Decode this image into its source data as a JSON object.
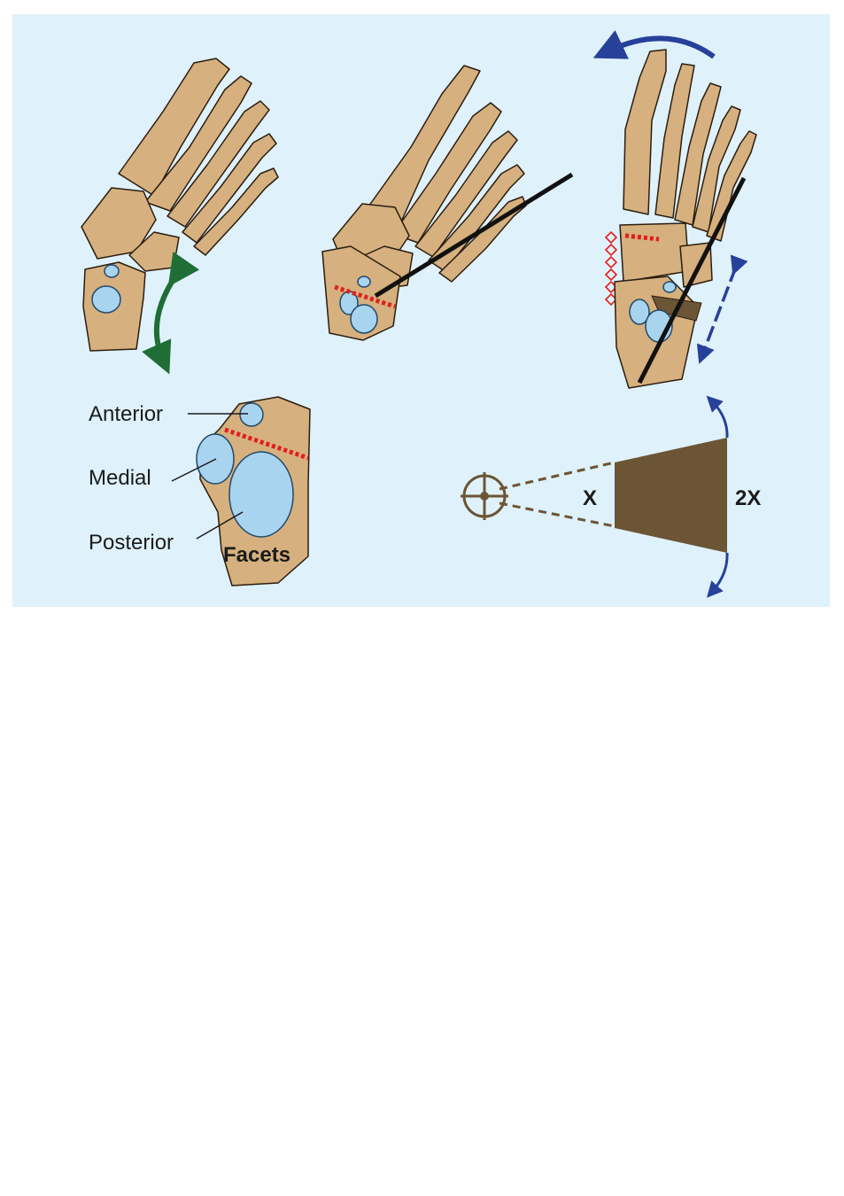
{
  "labels": {
    "anterior": "Anterior",
    "medial": "Medial",
    "posterior": "Posterior",
    "facets": "Facets"
  },
  "wedge": {
    "small_label": "X",
    "large_label": "2X"
  },
  "colors": {
    "background_panel": "#dff1fb",
    "bone": "#d6b07e",
    "bone_outline": "#2a1d10",
    "facet": "#a9d4ef",
    "osteotomy_line": "#e0201c",
    "motion_arrow_green": "#1f6e35",
    "motion_arrow_blue": "#27409a",
    "wedge_fill": "#6b5535",
    "saw_line": "#111111"
  },
  "icons": [
    "double-arrow-icon",
    "curved-arrow-icon",
    "crosshair-pivot-icon"
  ]
}
